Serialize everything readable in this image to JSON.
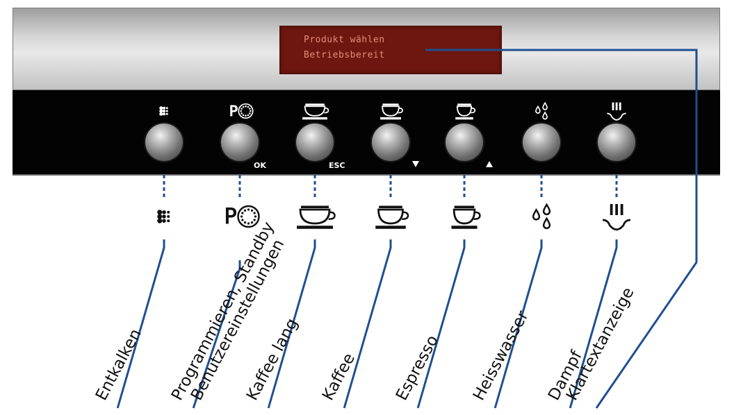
{
  "display": {
    "line1": "Produkt wählen",
    "line2": "Betriebsbereit"
  },
  "colors": {
    "leader_line": "#1f4f8f",
    "display_bg": "#6e1610",
    "display_text": "#e48c7a"
  },
  "buttons": [
    {
      "id": "entkalken",
      "icon": "dots-grid-icon",
      "label": "Entkalken",
      "sublabel": ""
    },
    {
      "id": "programmieren",
      "icon": "p-circle-icon",
      "label": "Programmieren, Standby",
      "label2": "Benutzereinstellungen",
      "sublabel": "OK"
    },
    {
      "id": "kaffee-lang",
      "icon": "large-cup-icon",
      "label": "Kaffee lang",
      "sublabel": "ESC"
    },
    {
      "id": "kaffee",
      "icon": "medium-cup-icon",
      "label": "Kaffee",
      "sublabel": "",
      "arrow": "down"
    },
    {
      "id": "espresso",
      "icon": "small-cup-icon",
      "label": "Espresso",
      "sublabel": "",
      "arrow": "up"
    },
    {
      "id": "heisswasser",
      "icon": "drops-icon",
      "label": "Heisswasser",
      "sublabel": ""
    },
    {
      "id": "dampf",
      "icon": "steam-icon",
      "label": "Dampf",
      "sublabel": ""
    }
  ],
  "display_label": "Klartextanzeige"
}
